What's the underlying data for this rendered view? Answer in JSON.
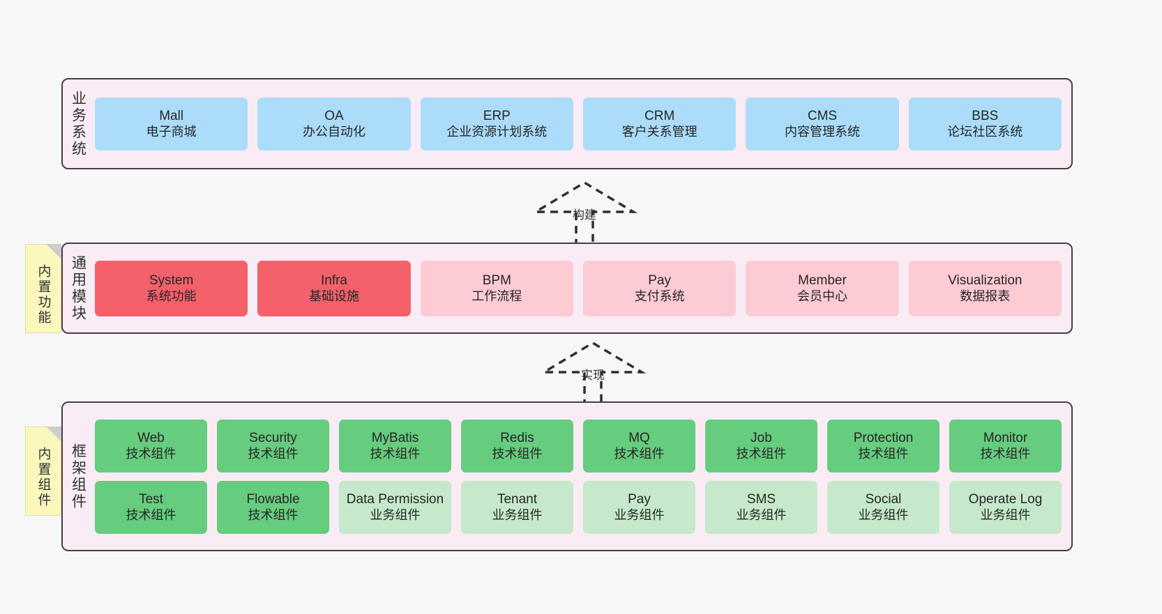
{
  "diagram": {
    "background_color": "#f7f7f7",
    "layers": [
      {
        "key": "business",
        "title": "业务系统",
        "container_color": "#f9ecf5",
        "border_color": "#4a3c48",
        "rows": [
          {
            "cells": [
              {
                "en": "Mall",
                "cn": "电子商城",
                "style": "primary",
                "color": "#abdcfa"
              },
              {
                "en": "OA",
                "cn": "办公自动化",
                "style": "primary",
                "color": "#abdcfa"
              },
              {
                "en": "ERP",
                "cn": "企业资源计划系统",
                "style": "primary",
                "color": "#abdcfa"
              },
              {
                "en": "CRM",
                "cn": "客户关系管理",
                "style": "primary",
                "color": "#abdcfa"
              },
              {
                "en": "CMS",
                "cn": "内容管理系统",
                "style": "primary",
                "color": "#abdcfa"
              },
              {
                "en": "BBS",
                "cn": "论坛社区系统",
                "style": "primary",
                "color": "#abdcfa"
              }
            ]
          }
        ]
      },
      {
        "key": "common",
        "title": "通用模块",
        "note": "内置功能",
        "container_color": "#f9ecf5",
        "border_color": "#4a3c48",
        "rows": [
          {
            "cells": [
              {
                "en": "System",
                "cn": "系统功能",
                "style": "strong",
                "color": "#f4616a"
              },
              {
                "en": "Infra",
                "cn": "基础设施",
                "style": "strong",
                "color": "#f4616a"
              },
              {
                "en": "BPM",
                "cn": "工作流程",
                "style": "soft",
                "color": "#fccbd4"
              },
              {
                "en": "Pay",
                "cn": "支付系统",
                "style": "soft",
                "color": "#fccbd4"
              },
              {
                "en": "Member",
                "cn": "会员中心",
                "style": "soft",
                "color": "#fccbd4"
              },
              {
                "en": "Visualization",
                "cn": "数据报表",
                "style": "soft",
                "color": "#fccbd4"
              }
            ]
          }
        ]
      },
      {
        "key": "framework",
        "title": "框架组件",
        "note": "内置组件",
        "container_color": "#f9ecf5",
        "border_color": "#4a3c48",
        "rows": [
          {
            "cells": [
              {
                "en": "Web",
                "cn": "技术组件",
                "style": "tech",
                "color": "#66cc7e"
              },
              {
                "en": "Security",
                "cn": "技术组件",
                "style": "tech",
                "color": "#66cc7e"
              },
              {
                "en": "MyBatis",
                "cn": "技术组件",
                "style": "tech",
                "color": "#66cc7e"
              },
              {
                "en": "Redis",
                "cn": "技术组件",
                "style": "tech",
                "color": "#66cc7e"
              },
              {
                "en": "MQ",
                "cn": "技术组件",
                "style": "tech",
                "color": "#66cc7e"
              },
              {
                "en": "Job",
                "cn": "技术组件",
                "style": "tech",
                "color": "#66cc7e"
              },
              {
                "en": "Protection",
                "cn": "技术组件",
                "style": "tech",
                "color": "#66cc7e"
              },
              {
                "en": "Monitor",
                "cn": "技术组件",
                "style": "tech",
                "color": "#66cc7e"
              }
            ]
          },
          {
            "cells": [
              {
                "en": "Test",
                "cn": "技术组件",
                "style": "tech",
                "color": "#66cc7e"
              },
              {
                "en": "Flowable",
                "cn": "技术组件",
                "style": "tech",
                "color": "#66cc7e"
              },
              {
                "en": "Data Permission",
                "cn": "业务组件",
                "style": "biz",
                "color": "#c5e9ca"
              },
              {
                "en": "Tenant",
                "cn": "业务组件",
                "style": "biz",
                "color": "#c5e9ca"
              },
              {
                "en": "Pay",
                "cn": "业务组件",
                "style": "biz",
                "color": "#c5e9ca"
              },
              {
                "en": "SMS",
                "cn": "业务组件",
                "style": "biz",
                "color": "#c5e9ca"
              },
              {
                "en": "Social",
                "cn": "业务组件",
                "style": "biz",
                "color": "#c5e9ca"
              },
              {
                "en": "Operate Log",
                "cn": "业务组件",
                "style": "biz",
                "color": "#c5e9ca"
              }
            ]
          }
        ]
      }
    ],
    "connectors": [
      {
        "key": "build",
        "label": "构建",
        "from": "common",
        "to": "business",
        "style": "dashed-generalization"
      },
      {
        "key": "implement",
        "label": "实现",
        "from": "framework",
        "to": "common",
        "style": "dashed-generalization"
      }
    ]
  }
}
